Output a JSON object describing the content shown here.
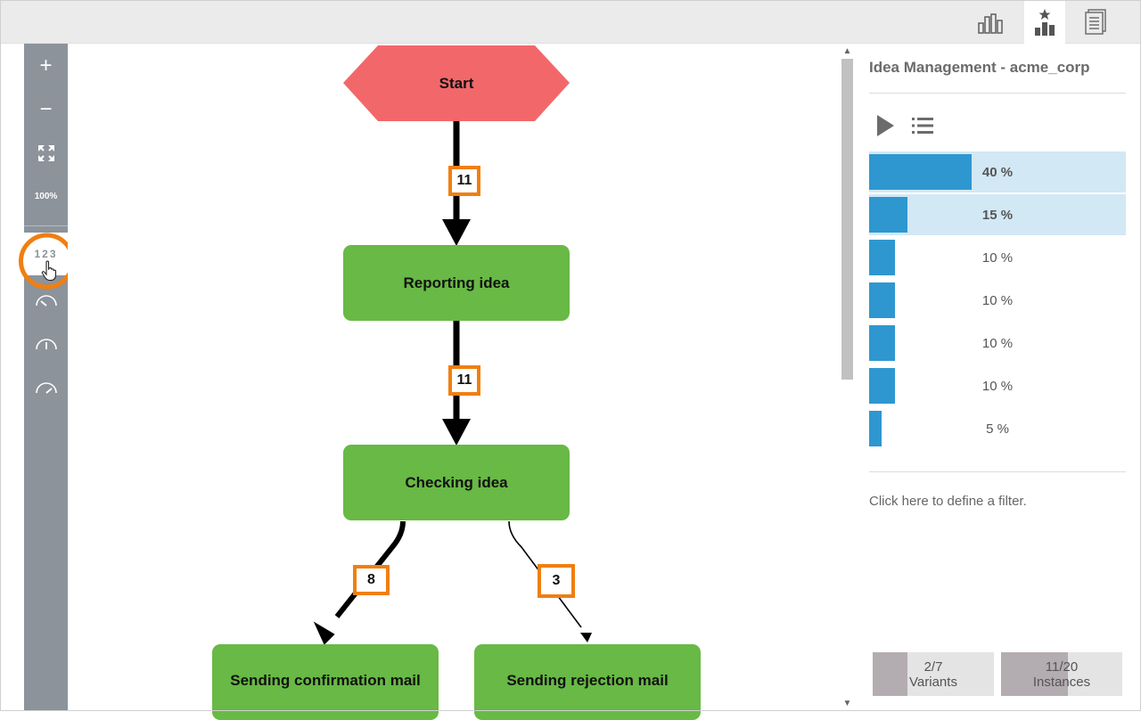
{
  "toolbar": {
    "zoom_in": "+",
    "zoom_out": "−",
    "zoom_level": "100%",
    "frequency": "123"
  },
  "process_map": {
    "nodes": {
      "start": "Start",
      "reporting": "Reporting idea",
      "checking": "Checking idea",
      "confirmation": "Sending confirmation mail",
      "rejection": "Sending rejection mail"
    },
    "edges": {
      "start_to_reporting": "11",
      "reporting_to_checking": "11",
      "checking_to_confirmation": "8",
      "checking_to_rejection": "3"
    },
    "colors": {
      "start": "#f2686a",
      "activity": "#68b945",
      "highlight": "#f07f10"
    }
  },
  "panel": {
    "title": "Idea Management - acme_corp",
    "variants": [
      {
        "pct_label": "40 %",
        "share": 0.4,
        "selected": true
      },
      {
        "pct_label": "15 %",
        "share": 0.15,
        "selected": true
      },
      {
        "pct_label": "10 %",
        "share": 0.1,
        "selected": false
      },
      {
        "pct_label": "10 %",
        "share": 0.1,
        "selected": false
      },
      {
        "pct_label": "10 %",
        "share": 0.1,
        "selected": false
      },
      {
        "pct_label": "10 %",
        "share": 0.1,
        "selected": false
      },
      {
        "pct_label": "5 %",
        "share": 0.05,
        "selected": false
      }
    ],
    "filter_text": "Click here to define a filter.",
    "variants_counter": {
      "value": "2/7",
      "label": "Variants",
      "fraction": 0.2857
    },
    "instances_counter": {
      "value": "11/20",
      "label": "Instances",
      "fraction": 0.55
    }
  }
}
